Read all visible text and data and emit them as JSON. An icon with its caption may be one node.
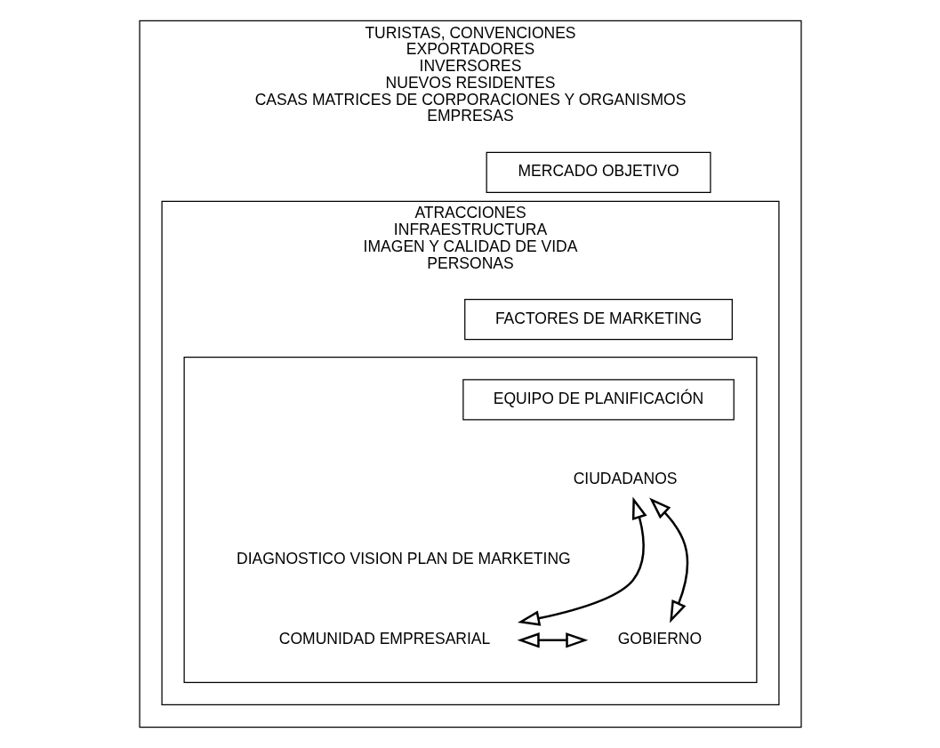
{
  "diagram": {
    "nodes": [
      {
        "text": [
          "TURISTAS, CONVENCIONES",
          "EXPORTADORES",
          "INVERSORES",
          "NUEVOS RESIDENTES",
          "CASAS MATRICES DE CORPORACIONES Y ORGANISMOS",
          "EMPRESAS"
        ]
      },
      {
        "text": [
          "MERCADO OBJETIVO"
        ],
        "in": 0
      },
      {
        "text": [
          "ATRACCIONES",
          "INFRAESTRUCTURA",
          "IMAGEN Y CALIDAD DE VIDA",
          "PERSONAS"
        ],
        "in": 0
      },
      {
        "text": [
          "FACTORES DE MARKETING"
        ],
        "in": 2
      },
      {
        "text": [],
        "shape": "box",
        "in": 2
      },
      {
        "text": [
          "EQUIPO DE PLANIFICACIÓN"
        ],
        "in": 4
      },
      {
        "text": [
          "CIUDADANOS"
        ],
        "in": 4
      },
      {
        "text": [
          "COMUNIDAD EMPRESARIAL"
        ],
        "in": 4
      },
      {
        "text": [
          "GOBIERNO"
        ],
        "in": 4
      }
    ],
    "edges": [
      {
        "from": 7,
        "to": 6,
        "arrow": "both"
      },
      {
        "from": 6,
        "to": 8,
        "arrow": "both"
      },
      {
        "from": 7,
        "to": 8,
        "arrow": "both"
      }
    ],
    "labels": [
      "DIAGNOSTICO VISION PLAN DE MARKETING"
    ]
  }
}
